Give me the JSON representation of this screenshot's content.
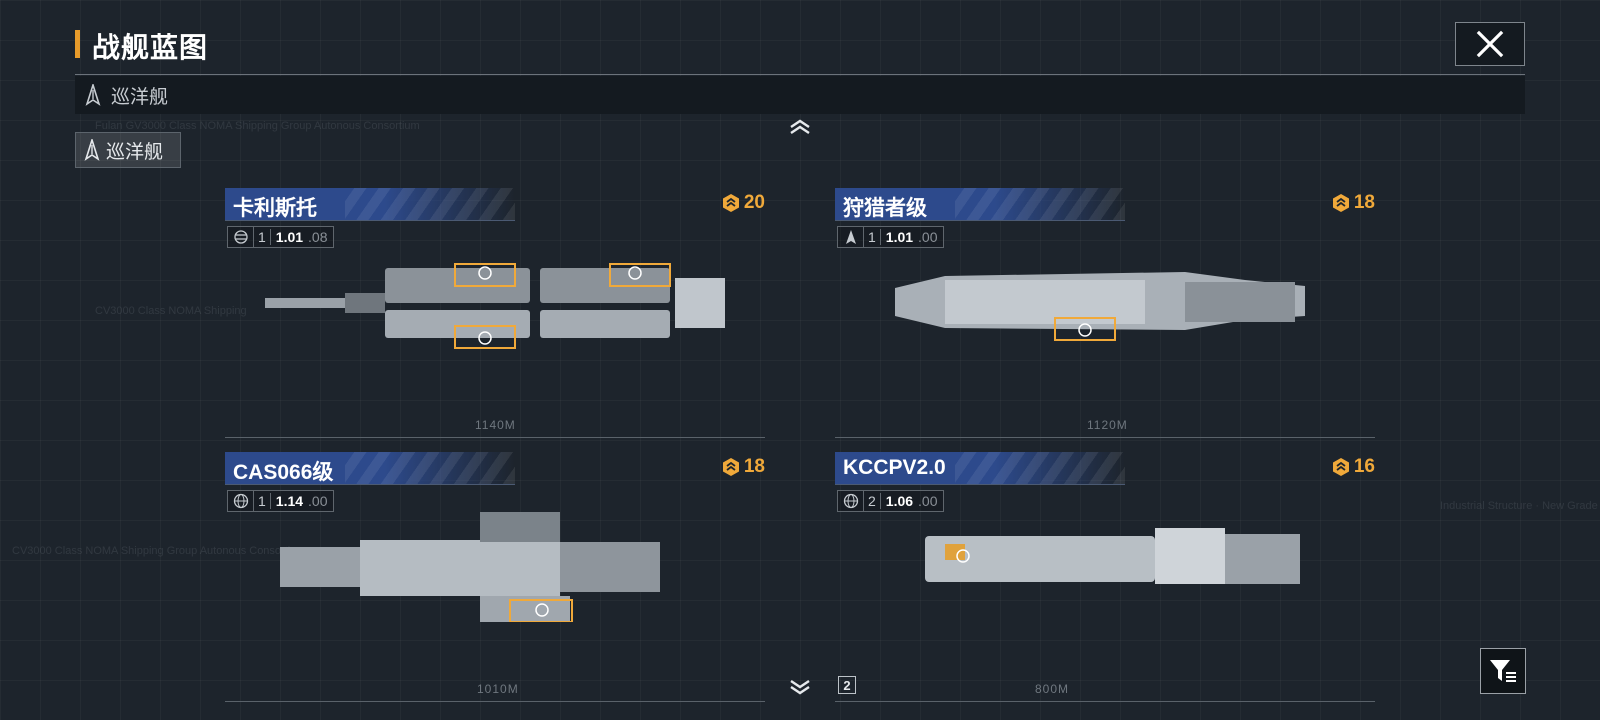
{
  "header": {
    "title": "战舰蓝图",
    "close_icon": "close-icon"
  },
  "category_bar": {
    "label": "巡洋舰"
  },
  "category_chip": {
    "label": "巡洋舰"
  },
  "ships": [
    {
      "name": "卡利斯托",
      "cost": "20",
      "stat_tier": "1",
      "stat_value": "1.01",
      "stat_sub": ".08",
      "length": "1140M",
      "icon": "cruiser-icon"
    },
    {
      "name": "狩猎者级",
      "cost": "18",
      "stat_tier": "1",
      "stat_value": "1.01",
      "stat_sub": ".00",
      "length": "1120M",
      "icon": "ship-silhouette-icon"
    },
    {
      "name": "CAS066级",
      "cost": "18",
      "stat_tier": "1",
      "stat_value": "1.14",
      "stat_sub": ".00",
      "length": "1010M",
      "icon": "globe-icon"
    },
    {
      "name": "KCCPV2.0",
      "cost": "16",
      "stat_tier": "2",
      "stat_value": "1.06",
      "stat_sub": ".00",
      "length": "800M",
      "icon": "globe-icon"
    }
  ],
  "page_number": "2",
  "colors": {
    "accent": "#e79b2b",
    "name_banner": "#2d4a8c",
    "cost": "#f0a93a",
    "background": "#1d242c"
  }
}
